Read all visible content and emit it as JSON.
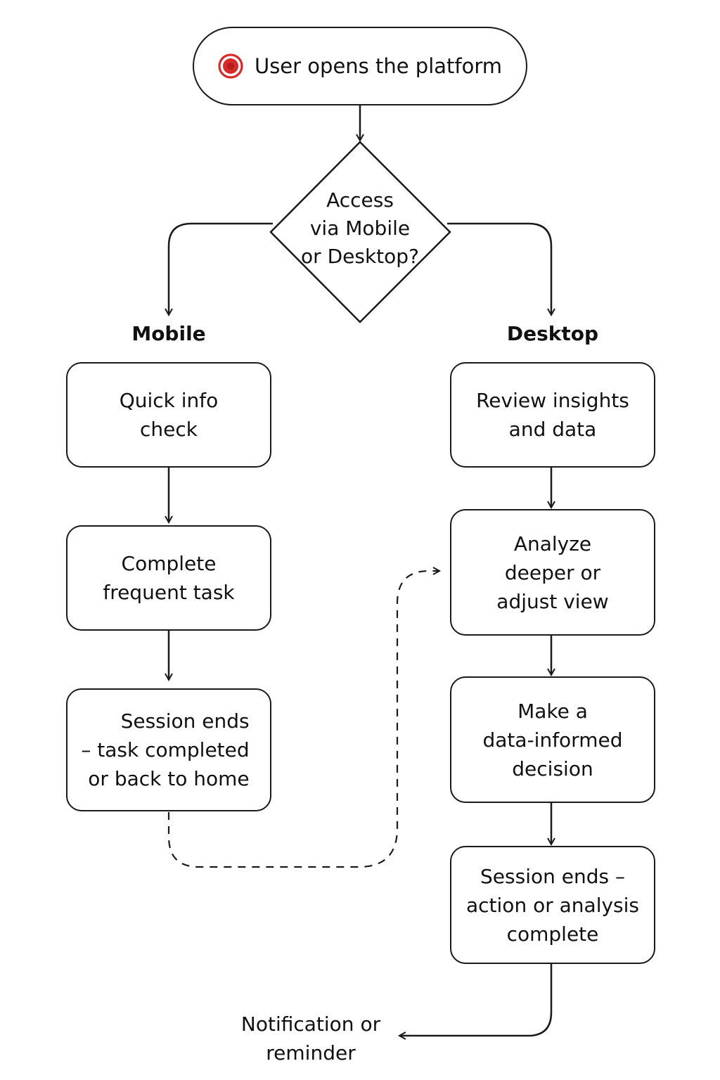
{
  "diagram": {
    "start": {
      "label": "User opens the platform",
      "icon": "target-icon",
      "icon_color": "#d62b2b"
    },
    "decision": {
      "label": "Access\nvia Mobile\nor Desktop?"
    },
    "branches": {
      "mobile": {
        "label": "Mobile",
        "steps": [
          "Quick info\ncheck",
          "Complete\nfrequent task",
          "Session ends\n– task completed\nor back to home"
        ]
      },
      "desktop": {
        "label": "Desktop",
        "steps": [
          "Review insights\nand data",
          "Analyze\ndeeper or\nadjust view",
          "Make a\ndata-informed\ndecision",
          "Session ends –\naction or analysis\ncomplete"
        ]
      }
    },
    "end": {
      "label": "Notification or\nreminder"
    },
    "colors": {
      "stroke": "#1a1a1a",
      "background": "#ffffff",
      "accent": "#d62b2b"
    }
  }
}
